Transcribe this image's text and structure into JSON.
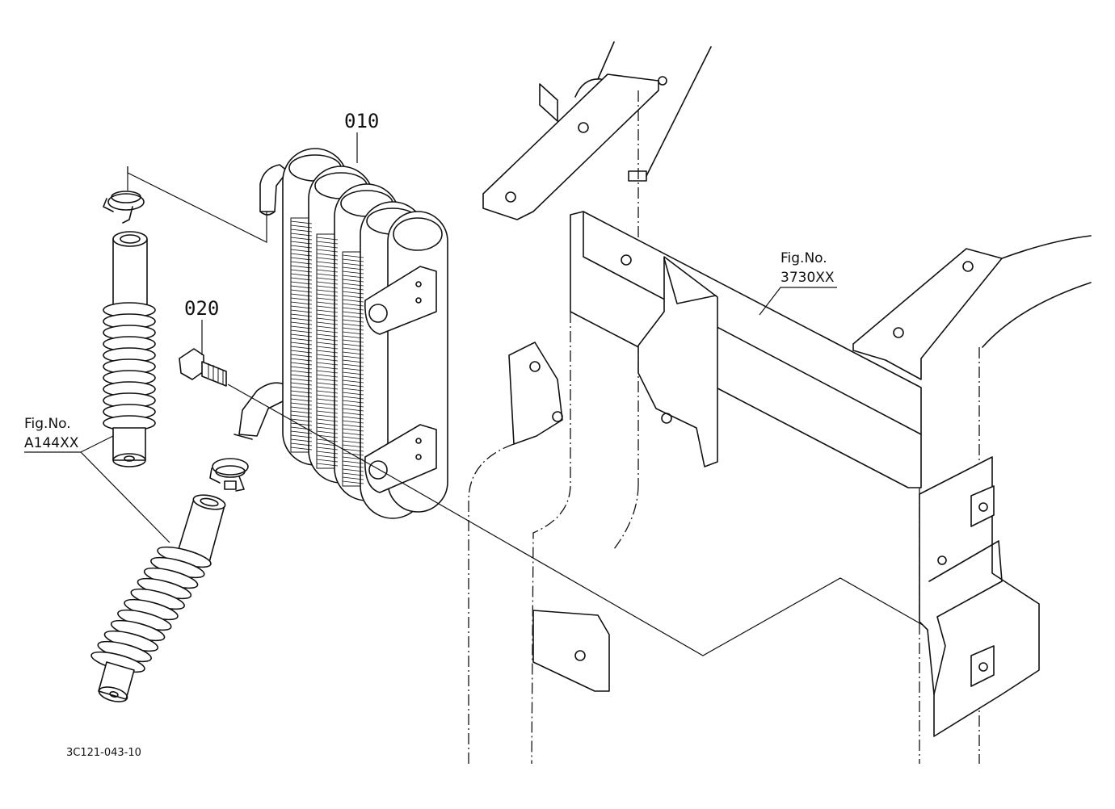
{
  "callouts": {
    "part_010": "010",
    "part_020": "020",
    "fig_ref_right_title": "Fig.No.",
    "fig_ref_right_code": "3730XX",
    "fig_ref_left_title": "Fig.No.",
    "fig_ref_left_code": "A144XX"
  },
  "drawing_code": "3C121-043-10"
}
